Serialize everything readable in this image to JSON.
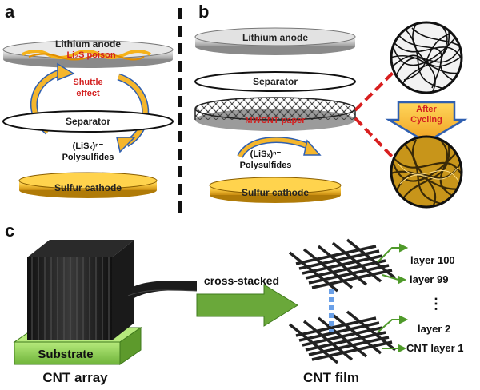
{
  "panels": {
    "a": "a",
    "b": "b",
    "c": "c"
  },
  "panel_a": {
    "lithium_anode": "Lithium anode",
    "li2s_poison": "Li₂S poison",
    "shuttle_effect_line1": "Shuttle",
    "shuttle_effect_line2": "effect",
    "separator": "Separator",
    "lisx": "(LiSₓ)ⁿ⁻",
    "polysulfides": "Polysulfides",
    "sulfur_cathode": "Sulfur cathode"
  },
  "panel_b": {
    "lithium_anode": "Lithium anode",
    "separator": "Separator",
    "mwcnt_paper": "MWCNT paper",
    "lisx": "(LiSₓ)ⁿ⁻",
    "polysulfides": "Polysulfides",
    "sulfur_cathode": "Sulfur cathode",
    "after_cycling_line1": "After",
    "after_cycling_line2": "Cycling"
  },
  "panel_c": {
    "substrate": "Substrate",
    "cnt_array": "CNT array",
    "cross_stacked": "cross-stacked",
    "cnt_film": "CNT film",
    "layers": [
      "layer 100",
      "layer 99",
      "⋮",
      "layer 2",
      "CNT layer 1"
    ]
  },
  "colors": {
    "gold": "#f5c23a",
    "orange_arrow": "#f0b030",
    "red_dashed": "#d81f1f",
    "green_arrow": "#6aa83a",
    "blue_dash": "#6aa0e8",
    "substrate": "#8fd14f"
  }
}
